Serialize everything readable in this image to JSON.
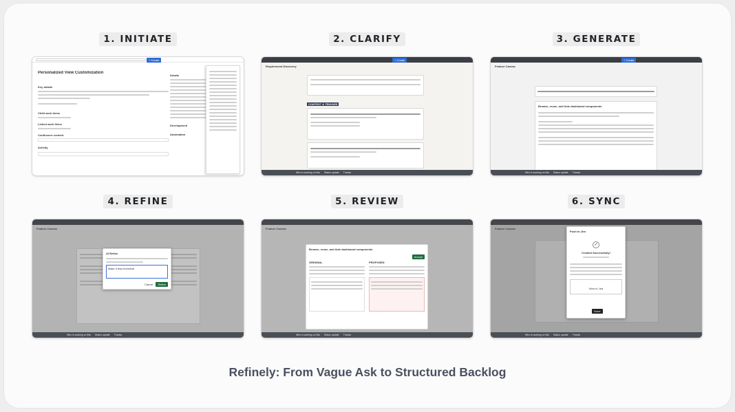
{
  "caption": "Refinely: From Vague Ask to Structured Backlog",
  "steps": [
    {
      "label": "1. INITIATE"
    },
    {
      "label": "2. CLARIFY"
    },
    {
      "label": "3. GENERATE"
    },
    {
      "label": "4. REFINE"
    },
    {
      "label": "5. REVIEW"
    },
    {
      "label": "6. SYNC"
    }
  ],
  "shots": {
    "initiate": {
      "title": "Personalized View Customization",
      "key_details": "Key details",
      "child_work_items": "Child work items",
      "linked_work_items": "Linked work items",
      "confluence_content": "Confluence content",
      "activity": "Activity",
      "details": "Details",
      "development": "Development",
      "automation": "Automation",
      "create_button": "+ Create"
    },
    "clarify": {
      "app_title": "Requirement Discovery",
      "context_tag": "CONTEXT & TRIGGER",
      "create_button": "+ Create"
    },
    "generate": {
      "app_title": "Feature Canvas",
      "story_title": "Browse, reuse, and hide dashboard components",
      "create_button": "+ Create"
    },
    "refine": {
      "app_title": "Feature Canvas",
      "ai_refine": "AI Refine",
      "input_text": "Make it less technical",
      "cancel": "Cancel",
      "refine_button": "Refine"
    },
    "review": {
      "app_title": "Feature Canvas",
      "story_title": "Browse, reuse, and hide dashboard components",
      "original": "ORIGINAL",
      "proposed": "PROPOSED",
      "accept": "Accept"
    },
    "sync": {
      "app_title": "Feature Canvas",
      "modal_title": "Push to Jira",
      "success": "Created Successfully!",
      "view_in_jira": "View in Jira",
      "done": "Done"
    }
  }
}
